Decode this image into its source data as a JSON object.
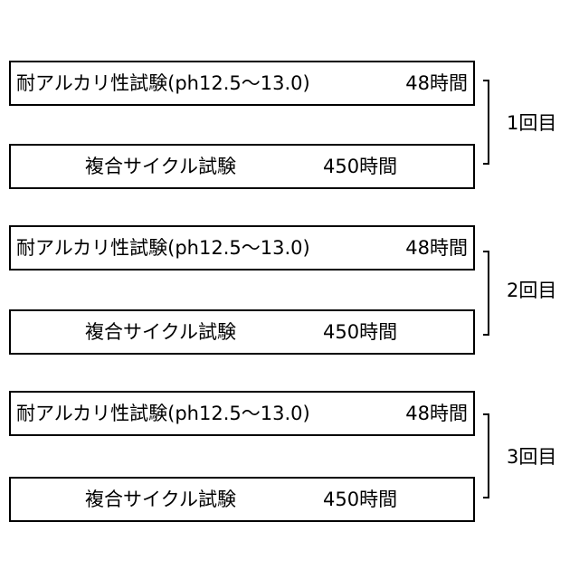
{
  "rounds": [
    {
      "label": "1回目",
      "alkali_test": {
        "name": "耐アルカリ性試験(ph12.5～13.0)",
        "duration": "48時間"
      },
      "cyclic_test": {
        "name": "複合サイクル試験",
        "duration": "450時間"
      }
    },
    {
      "label": "2回目",
      "alkali_test": {
        "name": "耐アルカリ性試験(ph12.5～13.0)",
        "duration": "48時間"
      },
      "cyclic_test": {
        "name": "複合サイクル試験",
        "duration": "450時間"
      }
    },
    {
      "label": "3回目",
      "alkali_test": {
        "name": "耐アルカリ性試験(ph12.5～13.0)",
        "duration": "48時間"
      },
      "cyclic_test": {
        "name": "複合サイクル試験",
        "duration": "450時間"
      }
    }
  ]
}
